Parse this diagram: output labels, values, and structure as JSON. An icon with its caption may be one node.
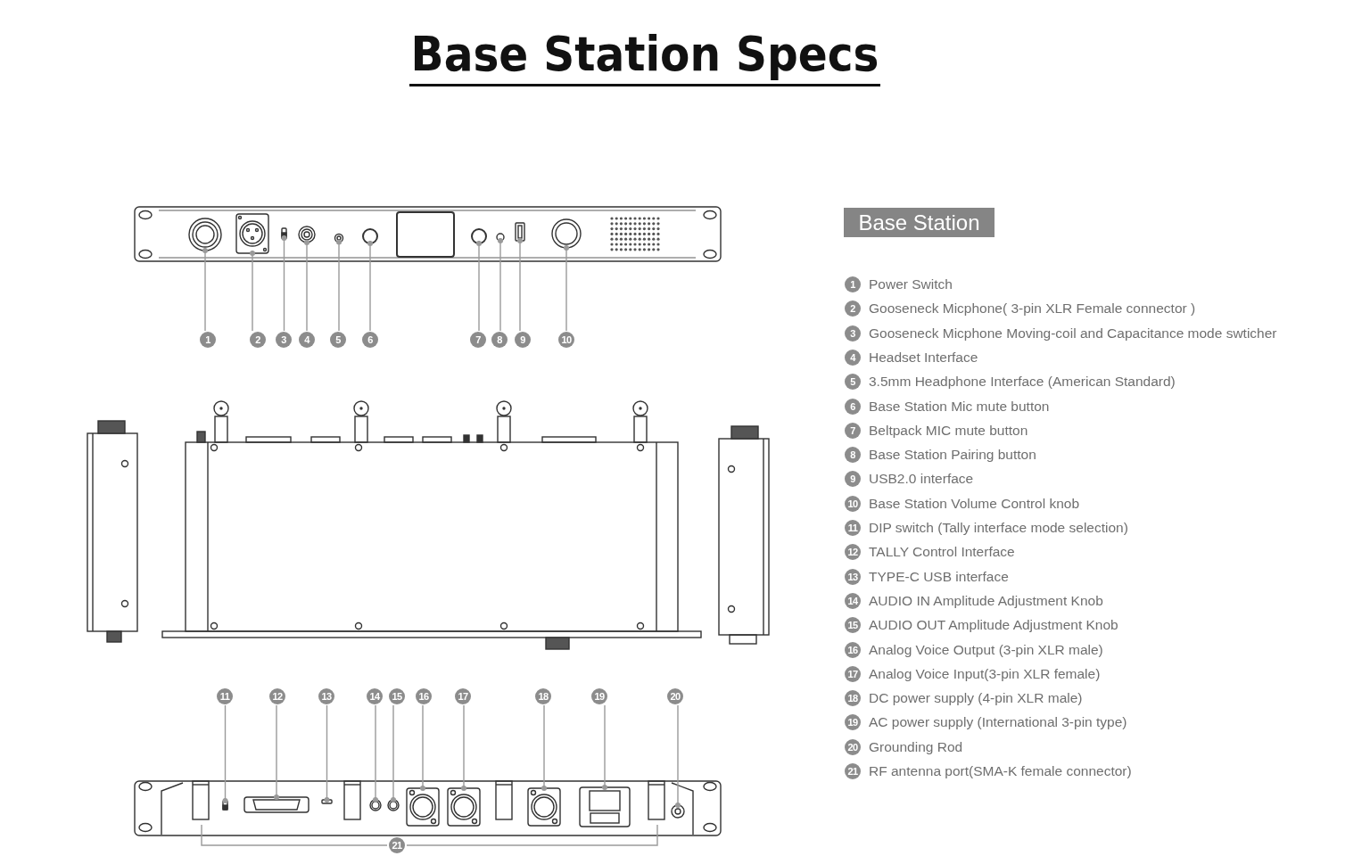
{
  "diagram": {
    "title": "Base Station Specs",
    "nodes": [
      {
        "text": [
          "1"
        ]
      },
      {
        "text": [
          "2"
        ]
      },
      {
        "text": [
          "3"
        ]
      },
      {
        "text": [
          "4"
        ]
      },
      {
        "text": [
          "5"
        ]
      },
      {
        "text": [
          "6"
        ]
      },
      {
        "text": [
          "7"
        ]
      },
      {
        "text": [
          "8"
        ]
      },
      {
        "text": [
          "9"
        ]
      },
      {
        "text": [
          "10"
        ]
      },
      {
        "text": [
          "11"
        ]
      },
      {
        "text": [
          "12"
        ]
      },
      {
        "text": [
          "13"
        ]
      },
      {
        "text": [
          "14"
        ]
      },
      {
        "text": [
          "15"
        ]
      },
      {
        "text": [
          "16"
        ]
      },
      {
        "text": [
          "17"
        ]
      },
      {
        "text": [
          "18"
        ]
      },
      {
        "text": [
          "19"
        ]
      },
      {
        "text": [
          "20"
        ]
      },
      {
        "text": [
          "21"
        ]
      },
      {
        "text": [
          "Base Station"
        ]
      },
      {
        "text": [
          "1"
        ],
        "beside": [
          "Power Switch"
        ]
      },
      {
        "text": [
          "2"
        ],
        "beside": [
          "Gooseneck Micphone( 3-pin XLR Female connector )"
        ]
      },
      {
        "text": [
          "3"
        ],
        "beside": [
          "Gooseneck Micphone Moving-coil and Capacitance mode swticher"
        ]
      },
      {
        "text": [
          "4"
        ],
        "beside": [
          "Headset Interface"
        ]
      },
      {
        "text": [
          "5"
        ],
        "beside": [
          "3.5mm Headphone Interface (American Standard)"
        ]
      },
      {
        "text": [
          "6"
        ],
        "beside": [
          "Base Station Mic mute button"
        ]
      },
      {
        "text": [
          "7"
        ],
        "beside": [
          "Beltpack MIC mute button"
        ]
      },
      {
        "text": [
          "8"
        ],
        "beside": [
          "Base Station Pairing button"
        ]
      },
      {
        "text": [
          "9"
        ],
        "beside": [
          "USB2.0 interface"
        ]
      },
      {
        "text": [
          "10"
        ],
        "beside": [
          "Base Station Volume Control knob"
        ]
      },
      {
        "text": [
          "11"
        ],
        "beside": [
          "DIP switch (Tally interface mode selection)"
        ]
      },
      {
        "text": [
          "12"
        ],
        "beside": [
          "TALLY Control Interface"
        ]
      },
      {
        "text": [
          "13"
        ],
        "beside": [
          "TYPE-C USB interface"
        ]
      },
      {
        "text": [
          "14"
        ],
        "beside": [
          "AUDIO IN Amplitude Adjustment Knob"
        ]
      },
      {
        "text": [
          "15"
        ],
        "beside": [
          "AUDIO OUT Amplitude Adjustment Knob"
        ]
      },
      {
        "text": [
          "16"
        ],
        "beside": [
          "Analog Voice Output (3-pin XLR male)"
        ]
      },
      {
        "text": [
          "17"
        ],
        "beside": [
          "Analog Voice Input(3-pin XLR female)"
        ]
      },
      {
        "text": [
          "18"
        ],
        "beside": [
          "DC power supply (4-pin XLR male)"
        ]
      },
      {
        "text": [
          "19"
        ],
        "beside": [
          "AC power supply (International 3-pin type)"
        ]
      },
      {
        "text": [
          "20"
        ],
        "beside": [
          "Grounding Rod"
        ]
      },
      {
        "text": [
          "21"
        ],
        "beside": [
          "RF antenna port(SMA-K female connector)"
        ]
      },
      {
        "text": [],
        "shape": "circle"
      },
      {
        "text": [],
        "shape": "box"
      },
      {
        "text": [],
        "shape": "box"
      },
      {
        "text": [],
        "shape": "circle"
      },
      {
        "text": [],
        "shape": "circle"
      },
      {
        "text": [],
        "shape": "circle"
      },
      {
        "text": [],
        "shape": "circle"
      },
      {
        "text": [],
        "shape": "circle"
      },
      {
        "text": [],
        "shape": "box"
      },
      {
        "text": [],
        "shape": "circle"
      },
      {
        "text": [],
        "shape": "box"
      },
      {
        "text": [],
        "shape": "box"
      },
      {
        "text": [],
        "shape": "box"
      },
      {
        "text": [],
        "shape": "circle"
      },
      {
        "text": [],
        "shape": "circle"
      },
      {
        "text": [],
        "shape": "box"
      },
      {
        "text": [],
        "shape": "box"
      },
      {
        "text": [],
        "shape": "box"
      },
      {
        "text": [],
        "shape": "box"
      },
      {
        "text": [],
        "shape": "circle"
      }
    ],
    "edges": [
      {
        "from": 0,
        "to": 43,
        "arrow": "other"
      },
      {
        "from": 1,
        "to": 44,
        "arrow": "other"
      },
      {
        "from": 2,
        "to": 45,
        "arrow": "other"
      },
      {
        "from": 3,
        "to": 46,
        "arrow": "other"
      },
      {
        "from": 4,
        "to": 47,
        "arrow": "other"
      },
      {
        "from": 5,
        "to": 48,
        "arrow": "other"
      },
      {
        "from": 6,
        "to": 49,
        "arrow": "other"
      },
      {
        "from": 7,
        "to": 50,
        "arrow": "other"
      },
      {
        "from": 8,
        "to": 51,
        "arrow": "other"
      },
      {
        "from": 9,
        "to": 52,
        "arrow": "other"
      },
      {
        "from": 10,
        "to": 53,
        "arrow": "other"
      },
      {
        "from": 11,
        "to": 54,
        "arrow": "other"
      },
      {
        "from": 12,
        "to": 55,
        "arrow": "other"
      },
      {
        "from": 13,
        "to": 56,
        "arrow": "other"
      },
      {
        "from": 14,
        "to": 57,
        "arrow": "other"
      },
      {
        "from": 15,
        "to": 58,
        "arrow": "other"
      },
      {
        "from": 16,
        "to": 59,
        "arrow": "other"
      },
      {
        "from": 17,
        "to": 60,
        "arrow": "other"
      },
      {
        "from": 18,
        "to": 61,
        "arrow": "other"
      },
      {
        "from": 19,
        "to": 62,
        "arrow": "other"
      },
      {
        "from": 20,
        "to": null,
        "arrow": "none"
      },
      {
        "from": 20,
        "to": null,
        "arrow": "none"
      }
    ]
  }
}
